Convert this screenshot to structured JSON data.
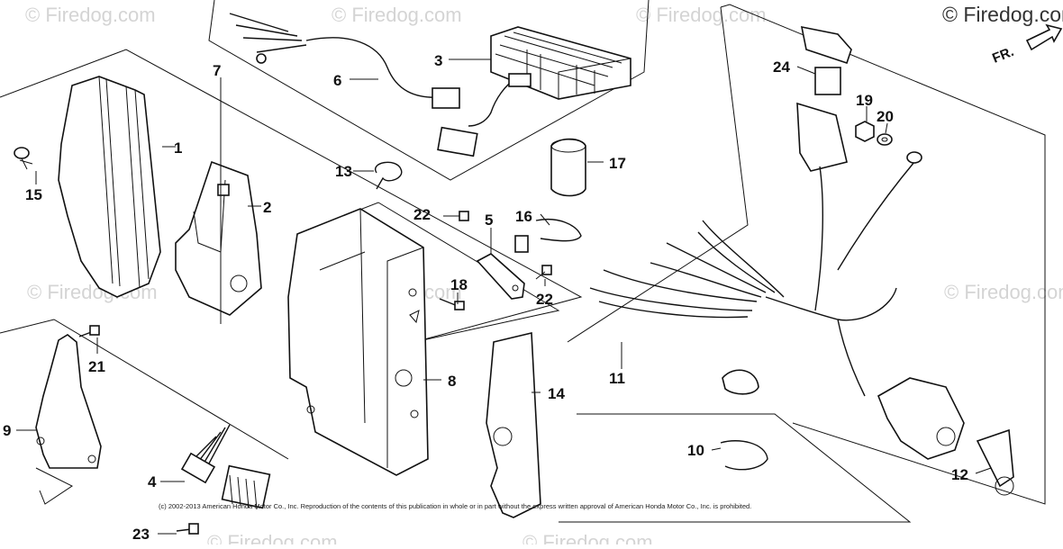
{
  "diagram": {
    "watermark": "© Firedog.com",
    "orientation_label": "FR.",
    "copyright": "(c) 2002-2013 American Honda Motor Co., Inc. Reproduction of the contents of this publication in whole or in part without the express written approval of American Honda Motor Co., Inc. is prohibited.",
    "callouts": [
      "1",
      "2",
      "3",
      "4",
      "5",
      "6",
      "7",
      "8",
      "9",
      "10",
      "11",
      "12",
      "13",
      "14",
      "15",
      "16",
      "17",
      "18",
      "19",
      "20",
      "21",
      "22",
      "22",
      "23",
      "24"
    ]
  }
}
